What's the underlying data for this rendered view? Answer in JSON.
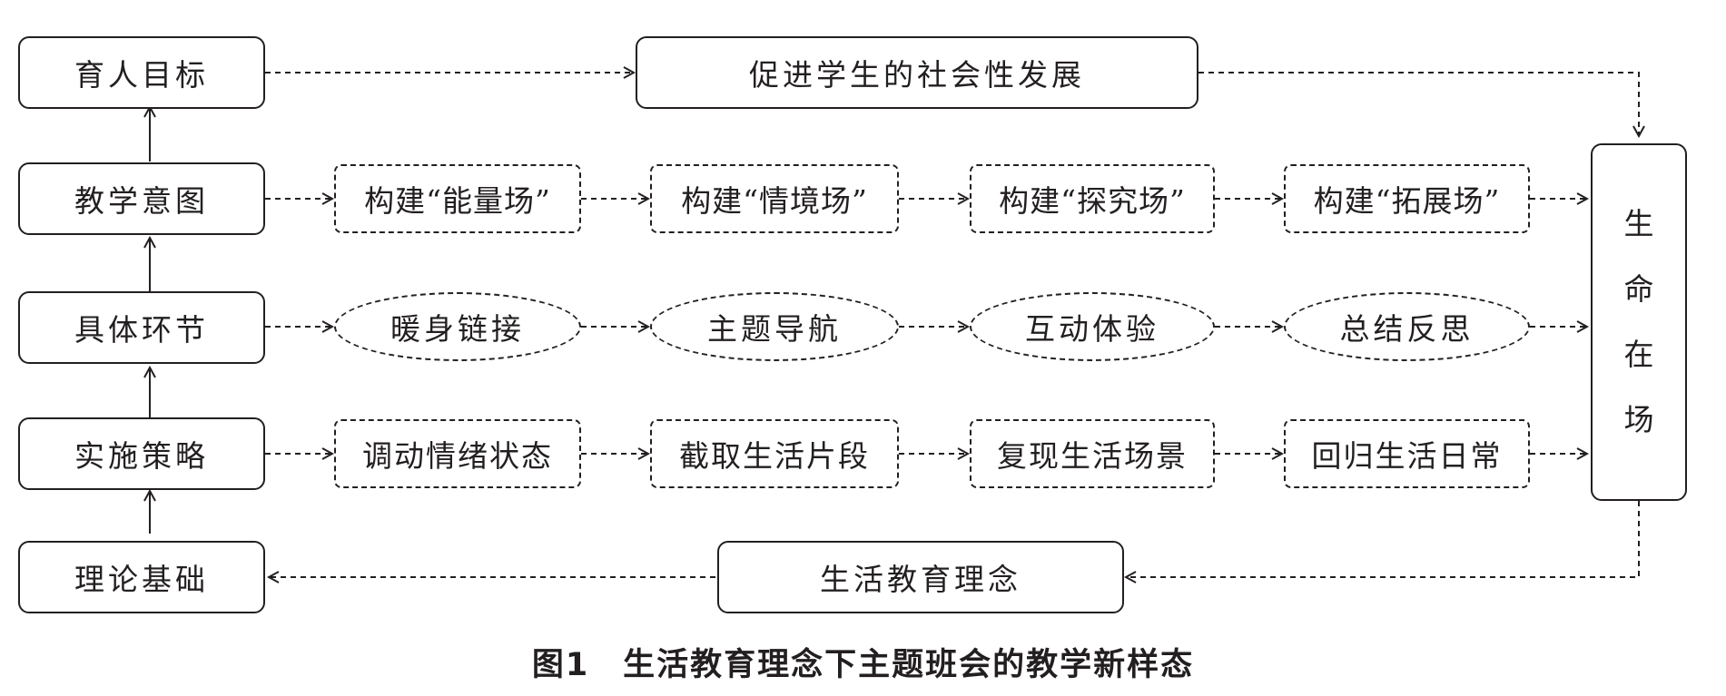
{
  "left_column": {
    "goal": "育人目标",
    "intent": "教学意图",
    "steps": "具体环节",
    "strategy": "实施策略",
    "theory": "理论基础"
  },
  "top_box": "促进学生的社会性发展",
  "intent_row": [
    "构建“能量场”",
    "构建“情境场”",
    "构建“探究场”",
    "构建“拓展场”"
  ],
  "steps_row": [
    "暖身链接",
    "主题导航",
    "互动体验",
    "总结反思"
  ],
  "strategy_row": [
    "调动情绪状态",
    "截取生活片段",
    "复现生活场景",
    "回归生活日常"
  ],
  "right_box": [
    "生",
    "命",
    "在",
    "场"
  ],
  "bottom_box": "生活教育理念",
  "caption": "图1　生活教育理念下主题班会的教学新样态"
}
